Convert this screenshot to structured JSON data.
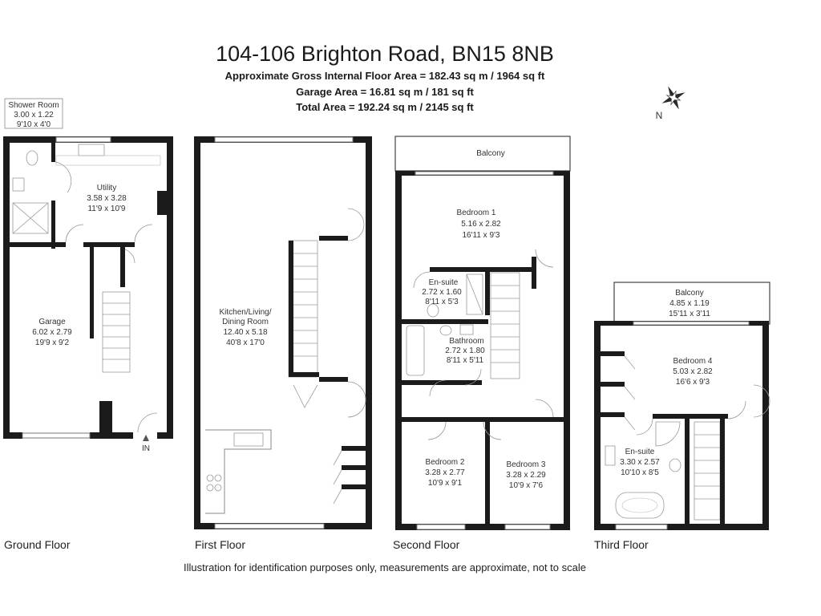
{
  "title": {
    "address": "104-106 Brighton Road, BN15 8NB",
    "gross_area": "Approximate Gross Internal Floor Area = 182.43 sq m / 1964 sq ft",
    "garage_area": "Garage Area = 16.81 sq m / 181 sq ft",
    "total_area": "Total Area = 192.24 sq m / 2145 sq ft"
  },
  "compass": {
    "label": "N"
  },
  "entrance_label": "IN",
  "floors": {
    "ground": {
      "name": "Ground Floor",
      "shower_room": {
        "name": "Shower Room",
        "metric": "3.00 x 1.22",
        "imperial": "9'10 x 4'0"
      },
      "utility": {
        "name": "Utility",
        "metric": "3.58 x 3.28",
        "imperial": "11'9 x 10'9"
      },
      "garage": {
        "name": "Garage",
        "metric": "6.02 x 2.79",
        "imperial": "19'9 x 9'2"
      }
    },
    "first": {
      "name": "First Floor",
      "kitchen": {
        "name_1": "Kitchen/Living/",
        "name_2": "Dining Room",
        "metric": "12.40 x 5.18",
        "imperial": "40'8 x 17'0"
      }
    },
    "second": {
      "name": "Second Floor",
      "balcony": {
        "name": "Balcony"
      },
      "bedroom1": {
        "name": "Bedroom 1",
        "metric": "5.16 x 2.82",
        "imperial": "16'11 x 9'3"
      },
      "ensuite": {
        "name": "En-suite",
        "metric": "2.72 x 1.60",
        "imperial": "8'11 x 5'3"
      },
      "bathroom": {
        "name": "Bathroom",
        "metric": "2.72 x 1.80",
        "imperial": "8'11 x 5'11"
      },
      "bedroom2": {
        "name": "Bedroom 2",
        "metric": "3.28 x 2.77",
        "imperial": "10'9 x 9'1"
      },
      "bedroom3": {
        "name": "Bedroom 3",
        "metric": "3.28 x 2.29",
        "imperial": "10'9 x 7'6"
      }
    },
    "third": {
      "name": "Third Floor",
      "balcony": {
        "name": "Balcony",
        "metric": "4.85 x 1.19",
        "imperial": "15'11 x 3'11"
      },
      "bedroom4": {
        "name": "Bedroom 4",
        "metric": "5.03 x 2.82",
        "imperial": "16'6 x 9'3"
      },
      "ensuite": {
        "name": "En-suite",
        "metric": "3.30 x 2.57",
        "imperial": "10'10 x 8'5"
      }
    }
  },
  "disclaimer": "Illustration for identification purposes only, measurements are approximate, not to scale"
}
